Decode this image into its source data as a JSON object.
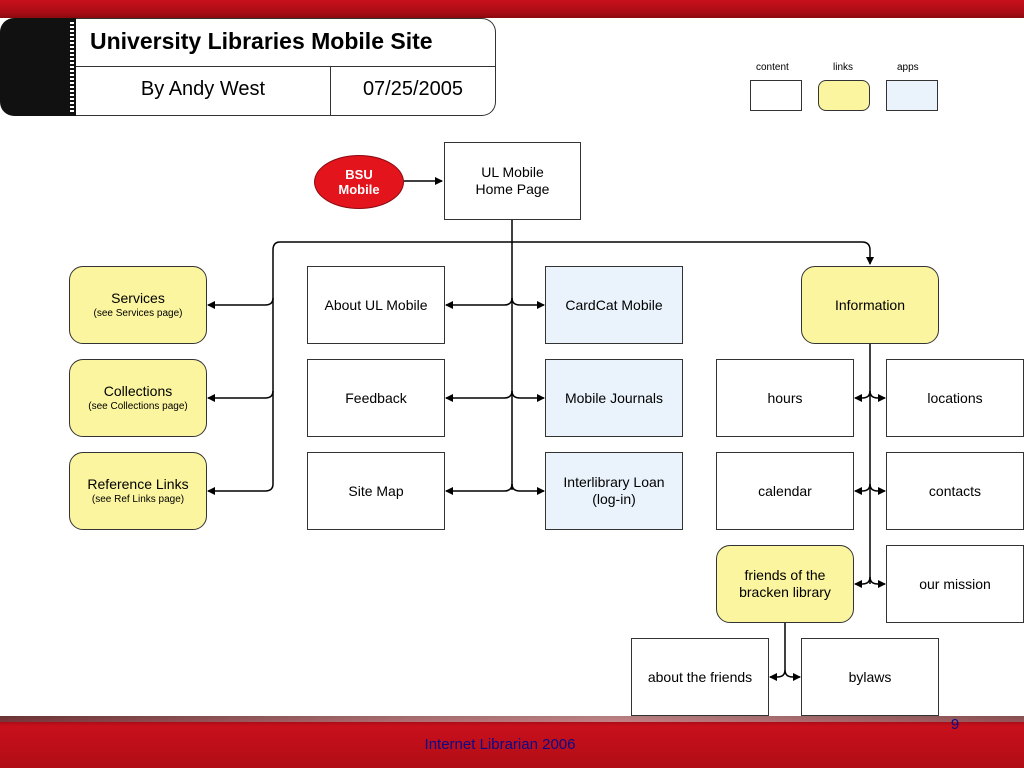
{
  "header": {
    "title": "University Libraries Mobile Site",
    "author": "By Andy West",
    "date": "07/25/2005"
  },
  "legend": {
    "content_label": "content",
    "links_label": "links",
    "apps_label": "apps"
  },
  "nodes": {
    "bsu": "BSU\nMobile",
    "home": "UL Mobile\nHome Page",
    "services": {
      "title": "Services",
      "sub": "(see Services page)"
    },
    "collections": {
      "title": "Collections",
      "sub": "(see Collections page)"
    },
    "reference": {
      "title": "Reference Links",
      "sub": "(see Ref Links page)"
    },
    "about": "About UL Mobile",
    "feedback": "Feedback",
    "sitemap": "Site Map",
    "cardcat": "CardCat Mobile",
    "journals": "Mobile Journals",
    "ill": "Interlibrary Loan\n(log-in)",
    "information": "Information",
    "hours": "hours",
    "locations": "locations",
    "calendar": "calendar",
    "contacts": "contacts",
    "friends": "friends of the\nbracken library",
    "mission": "our mission",
    "about_friends": "about the friends",
    "bylaws": "bylaws"
  },
  "colors": {
    "content": "#ffffff",
    "links": "#fbf59f",
    "apps": "#eaf3fc",
    "brand_red": "#c8101c"
  },
  "footer": {
    "text": "Internet Librarian 2006",
    "page_number": "9"
  }
}
